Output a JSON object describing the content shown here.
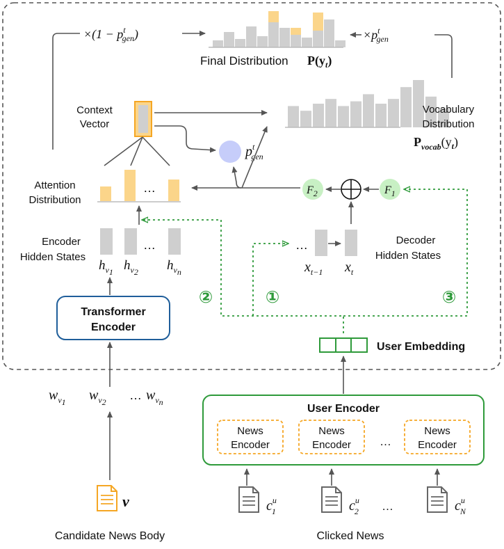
{
  "colors": {
    "orange": "#f5a623",
    "orange_fill": "#fbd58a",
    "gray_bar": "#cfcfcf",
    "green": "#2e9a3a",
    "green_light": "#c8f0c4",
    "blue_border": "#1f5e9a",
    "blue_circle": "#c6cdfa",
    "arrow": "#555555"
  },
  "labels": {
    "final_distribution": "Final Distribution",
    "final_distribution_math": "P(y",
    "final_distribution_math_sub": "t",
    "final_distribution_math_close": ")",
    "one_minus_pgen": "×(1 − p",
    "one_minus_pgen_sup": "t",
    "one_minus_pgen_sub": "gen",
    "one_minus_pgen_close": ")",
    "times_pgen": "×p",
    "times_pgen_sup": "t",
    "times_pgen_sub": "gen",
    "context_vector_1": "Context",
    "context_vector_2": "Vector",
    "pgen": "p",
    "pgen_sup": "t",
    "pgen_sub": "gen",
    "vocab_dist_1": "Vocabulary",
    "vocab_dist_2": "Distribution",
    "vocab_dist_math": "P",
    "vocab_dist_math_sub": "vocab",
    "vocab_dist_math_tail": "(y",
    "vocab_dist_math_tail_sub": "t",
    "vocab_dist_math_close": ")",
    "attention_dist_1": "Attention",
    "attention_dist_2": "Distribution",
    "attention_ellipsis": "…",
    "f2": "F",
    "f2_sub": "2",
    "f1": "F",
    "f1_sub": "1",
    "oplus": "⊕",
    "encoder_hidden_1": "Encoder",
    "encoder_hidden_2": "Hidden States",
    "encoder_ellipsis": "…",
    "h": "h",
    "h1_sub": "v",
    "h1_subsub": "1",
    "h2_sub": "v",
    "h2_subsub": "2",
    "hn_sub": "v",
    "hn_subsub": "n",
    "decoder_ellipsis": "…",
    "x_tm1": "x",
    "x_tm1_sub": "t−1",
    "x_t": "x",
    "x_t_sub": "t",
    "decoder_hidden_1": "Decoder",
    "decoder_hidden_2": "Hidden States",
    "transformer_encoder_1": "Transformer",
    "transformer_encoder_2": "Encoder",
    "step_1": "①",
    "step_2": "②",
    "step_3": "③",
    "user_embedding": "User Embedding",
    "w": "w",
    "w1_sub": "v",
    "w1_subsub": "1",
    "w2_sub": "v",
    "w2_subsub": "2",
    "wn_sub": "v",
    "wn_subsub": "n",
    "w_ellipsis": "…",
    "user_encoder": "User Encoder",
    "news_encoder_1": "News",
    "news_encoder_2": "Encoder",
    "news_ellipsis": "…",
    "candidate_v": "v",
    "candidate_news_body": "Candidate News Body",
    "c": "c",
    "c_sup": "u",
    "c1_sub": "1",
    "c2_sub": "2",
    "cn_sub": "N",
    "clicked_ellipsis": "…",
    "clicked_news": "Clicked News"
  },
  "histograms": {
    "final": {
      "gray": [
        5,
        11,
        6,
        15,
        8,
        18,
        14,
        9,
        7,
        12,
        20,
        5
      ],
      "orange_top": [
        0,
        0,
        0,
        0,
        0,
        8,
        0,
        5,
        0,
        13,
        0,
        0
      ]
    },
    "vocab": [
      9,
      7,
      10,
      12,
      9,
      11,
      14,
      10,
      12,
      17,
      20,
      13,
      8
    ]
  }
}
